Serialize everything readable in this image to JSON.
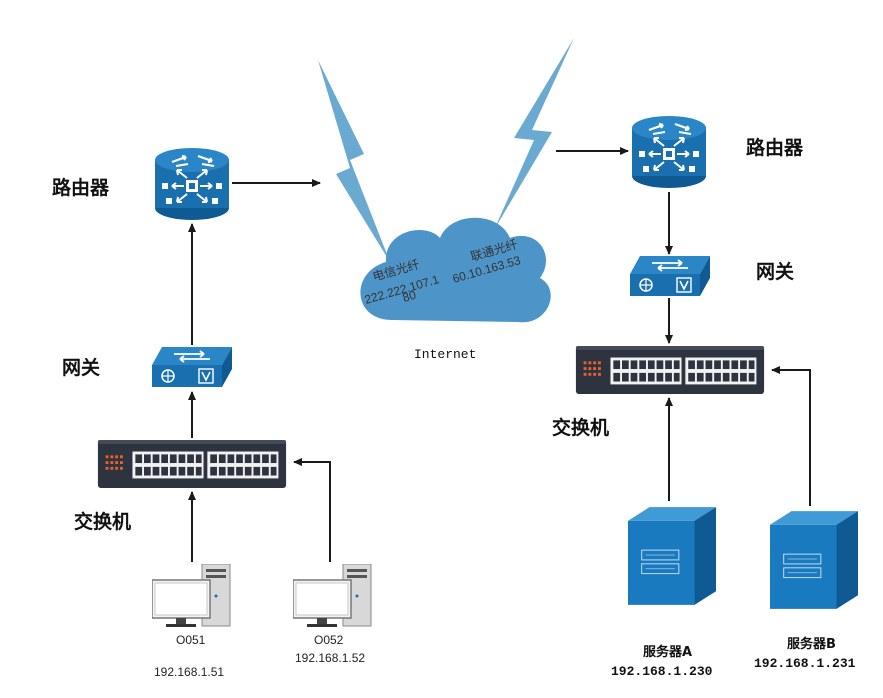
{
  "internet": {
    "label": "Internet",
    "link_a_name": "电信光纤",
    "link_a_ip_1": "222.222.107.1",
    "link_a_ip_2": "80",
    "link_b_name": "联通光纤",
    "link_b_ip": "60.10.163.53"
  },
  "left_site": {
    "router_label": "路由器",
    "gateway_label": "网关",
    "switch_label": "交换机",
    "pc1": {
      "name": "O051",
      "ip": "192.168.1.51"
    },
    "pc2": {
      "name": "O052",
      "ip": "192.168.1.52"
    }
  },
  "right_site": {
    "router_label": "路由器",
    "gateway_label": "网关",
    "switch_label": "交换机",
    "server_a": {
      "name": "服务器A",
      "ip": "192.168.1.230"
    },
    "server_b": {
      "name": "服务器B",
      "ip": "192.168.1.231"
    }
  },
  "colors": {
    "device_blue": "#1a6fae",
    "bolt_blue": "#6aaad0",
    "cloud_blue": "#4d95c8",
    "switch_body": "#2e3340",
    "arrow": "#1a1a1a"
  }
}
